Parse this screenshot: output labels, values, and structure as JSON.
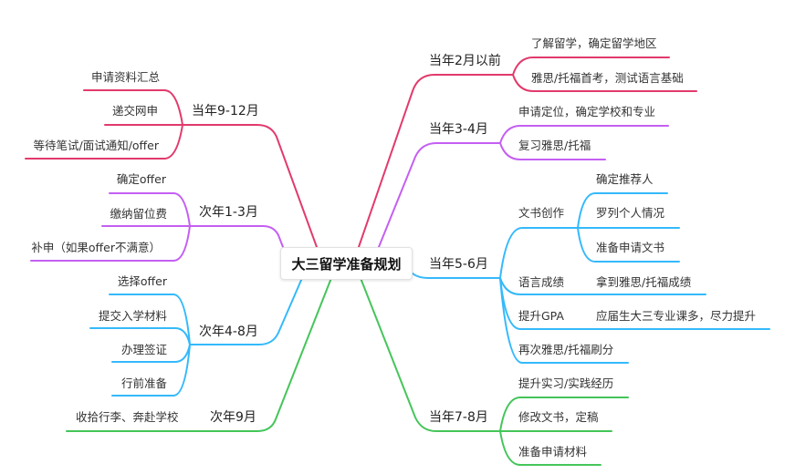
{
  "title": "大三留学准备规划",
  "colors": {
    "red": "#e23a6c",
    "purple": "#c45ff2",
    "blue": "#34b9fb",
    "green": "#45c55a"
  },
  "right": [
    {
      "label": "当年2月以前",
      "children": [
        "了解留学，确定留学地区",
        "雅思/托福首考，测试语言基础"
      ]
    },
    {
      "label": "当年3-4月",
      "children": [
        "申请定位，确定学校和专业",
        "复习雅思/托福"
      ]
    },
    {
      "label": "当年5-6月",
      "children": [
        {
          "label": "文书创作",
          "children": [
            "确定推荐人",
            "罗列个人情况",
            "准备申请文书"
          ]
        },
        {
          "label": "语言成绩",
          "children": [
            "拿到雅思/托福成绩"
          ]
        },
        {
          "label": "提升GPA",
          "children": [
            "应届生大三专业课多，尽力提升"
          ]
        },
        {
          "label": "再次雅思/托福刷分"
        }
      ]
    },
    {
      "label": "当年7-8月",
      "children": [
        "提升实习/实践经历",
        "修改文书，定稿",
        "准备申请材料"
      ]
    }
  ],
  "left": [
    {
      "label": "当年9-12月",
      "children": [
        "申请资料汇总",
        "递交网申",
        "等待笔试/面试通知/offer"
      ]
    },
    {
      "label": "次年1-3月",
      "children": [
        "确定offer",
        "缴纳留位费",
        "补申（如果offer不满意）"
      ]
    },
    {
      "label": "次年4-8月",
      "children": [
        "选择offer",
        "提交入学材料",
        "办理签证",
        "行前准备"
      ]
    },
    {
      "label": "次年9月",
      "children": [
        "收拾行李、奔赴学校"
      ]
    }
  ]
}
